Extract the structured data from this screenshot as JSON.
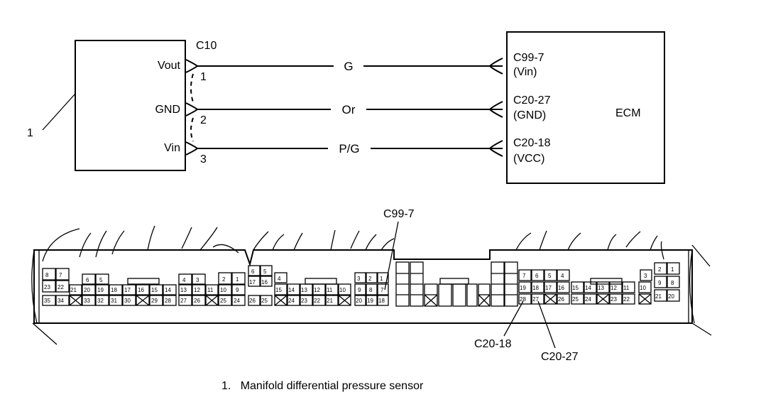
{
  "sensor": {
    "callout_number": "1",
    "connector": "C10",
    "pins": [
      {
        "name": "Vout",
        "number": "1"
      },
      {
        "name": "GND",
        "number": "2"
      },
      {
        "name": "Vin",
        "number": "3"
      }
    ]
  },
  "wires": [
    {
      "color": "G",
      "ecm_terminal": "C99-7",
      "ecm_signal": "(Vin)"
    },
    {
      "color": "Or",
      "ecm_terminal": "C20-27",
      "ecm_signal": "(GND)"
    },
    {
      "color": "P/G",
      "ecm_terminal": "C20-18",
      "ecm_signal": "(VCC)"
    }
  ],
  "ecm": {
    "label": "ECM"
  },
  "connector_face": {
    "callouts": [
      "C99-7",
      "C20-18",
      "C20-27"
    ],
    "left_block": {
      "top": [
        "8",
        "7",
        "",
        "",
        "6",
        "5",
        "",
        "",
        "",
        "",
        "",
        "4",
        "3",
        "",
        "2",
        "1"
      ],
      "middle": [
        "23",
        "22",
        "21",
        "20",
        "19",
        "18",
        "17",
        "16",
        "15",
        "14",
        "13",
        "12",
        "11",
        "10",
        "9"
      ],
      "bottom": [
        "35",
        "34",
        "X",
        "33",
        "32",
        "31",
        "30",
        "X",
        "29",
        "28",
        "27",
        "26",
        "X",
        "25",
        "24"
      ]
    },
    "center_left_block": {
      "top": [
        "6",
        "5",
        "4",
        "",
        "",
        "",
        "",
        "",
        "",
        "3",
        "2",
        "1"
      ],
      "middle": [
        "17",
        "16",
        "15",
        "14",
        "13",
        "12",
        "11",
        "10",
        "9",
        "8",
        "7"
      ],
      "bottom": [
        "26",
        "25",
        "X",
        "24",
        "23",
        "22",
        "21",
        "X",
        "20",
        "19",
        "18"
      ]
    },
    "center_right_block": {
      "top": [
        "7",
        "6",
        "5",
        "4"
      ],
      "middle": [
        "19",
        "18",
        "17",
        "16",
        "15",
        "14",
        "13",
        "12",
        "11",
        "10"
      ],
      "bottom": [
        "28",
        "27",
        "X",
        "26",
        "25",
        "24",
        "X",
        "23",
        "22",
        "X"
      ]
    },
    "right_block": {
      "top": [
        "3",
        "2",
        "1"
      ],
      "middle": [
        "9",
        "8"
      ],
      "bottom": [
        "21",
        "20"
      ]
    }
  },
  "caption": {
    "number": "1.",
    "text": "Manifold differential pressure sensor"
  }
}
